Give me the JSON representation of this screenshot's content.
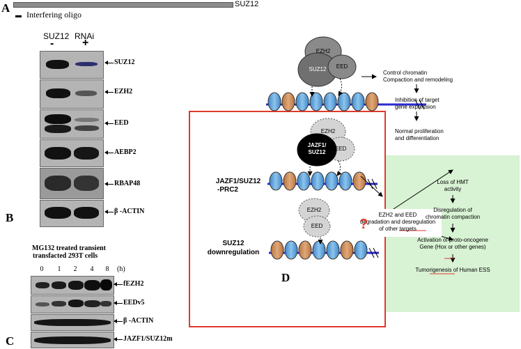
{
  "panels": {
    "a": "A",
    "b": "B",
    "c": "C",
    "d": "D"
  },
  "panel_a": {
    "gene": "SUZ12",
    "legend": "Interfering oligo"
  },
  "panel_b": {
    "header_left": "SUZ12",
    "header_right": "RNAi",
    "minus": "-",
    "plus": "+",
    "labels": [
      "SUZ12",
      "EZH2",
      "EED",
      "AEBP2",
      "RBAP48",
      "β -ACTIN"
    ]
  },
  "panel_c": {
    "title_1": "MG132 treated transient",
    "title_2": "transfacted 293T cells",
    "timepoints": [
      "0",
      "1",
      "2",
      "4",
      "8"
    ],
    "unit": "(h)",
    "labels": [
      "fEZH2",
      "EEDv5",
      "β -ACTIN",
      "JAZF1/SUZ12m"
    ]
  },
  "panel_d": {
    "ezh2": "EZH2",
    "suz12": "SUZ12",
    "eed": "EED",
    "jazf1": "JAZF1/",
    "jazf1_b": "SUZ12",
    "normal_1": "Control chromatin",
    "normal_2": "Compaction and remodeling",
    "normal_3": "Inhibition of target",
    "normal_4": "gene expression",
    "normal_5": "Normal proliferation",
    "normal_6": "and differentiation",
    "jazf1_label_1": "JAZF1/SUZ12",
    "jazf1_label_2": "-PRC2",
    "suz12_label_1": "SUZ12",
    "suz12_label_2": "downregulation",
    "degradation_1": "EZH2 and EED",
    "degradation_2": "degradation and desregulation",
    "degradation_3": "of other targets",
    "question": "?",
    "green_1": "Loss of HMT",
    "green_2": "activity",
    "green_3": "Disregulation of",
    "green_4": "chromatin compaction",
    "green_5": "Activation of proto-oncogene",
    "green_6": "Gene (Hox or other genes)",
    "green_7": "Tumorigenesis of Human ESS"
  },
  "colors": {
    "red_box": "#e0382b",
    "green_box": "#d8f2d4",
    "nucleosome_blue": "#5aa0d8",
    "nucleosome_brown": "#c98a55",
    "dna": "#2a2ad0",
    "question": "#e0382b"
  }
}
